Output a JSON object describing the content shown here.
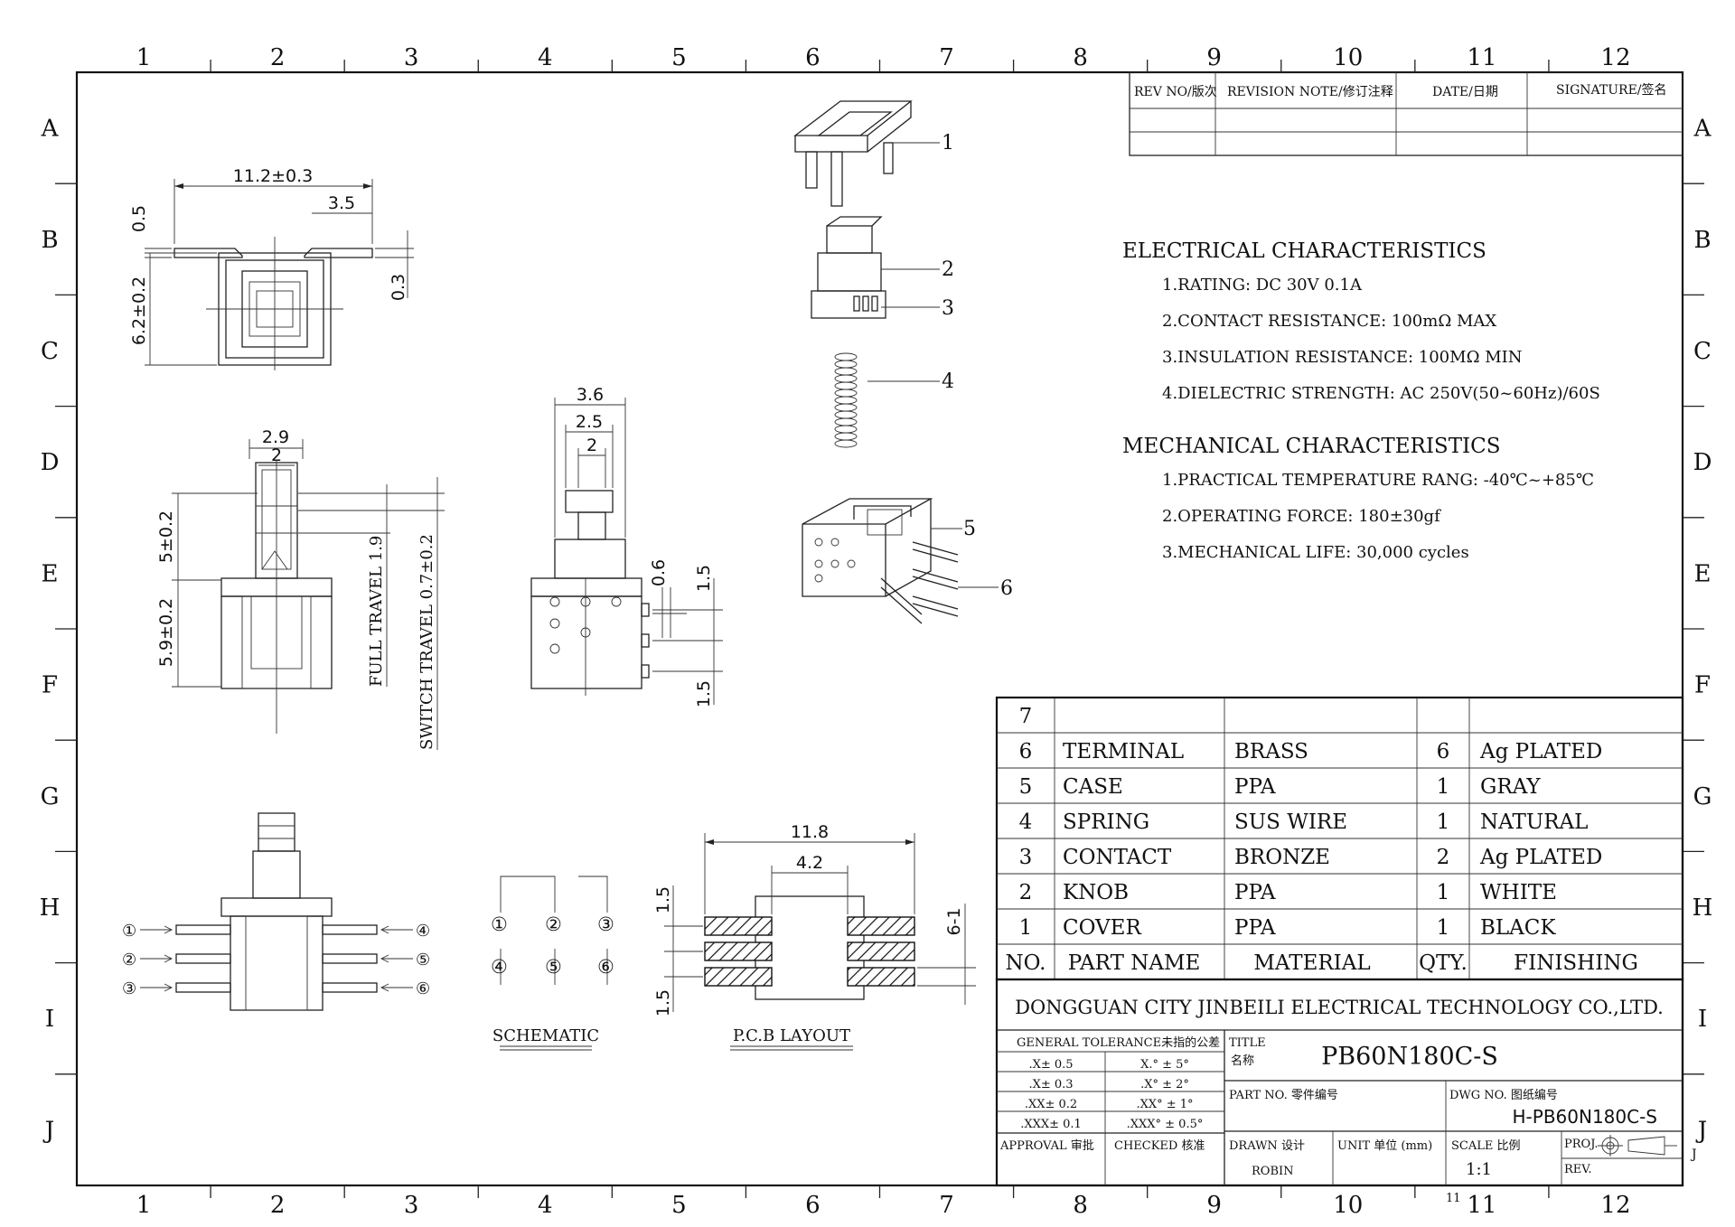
{
  "border": {
    "cols": [
      "1",
      "2",
      "3",
      "4",
      "5",
      "6",
      "7",
      "8",
      "9",
      "10",
      "11",
      "12"
    ],
    "rows": [
      "A",
      "B",
      "C",
      "D",
      "E",
      "F",
      "G",
      "H",
      "I",
      "J"
    ],
    "corner_mark": "J",
    "bottom_sub": "11"
  },
  "revision_table": {
    "headers": [
      "REV NO/版次",
      "REVISION NOTE/修订注释",
      "DATE/日期",
      "SIGNATURE/签名"
    ]
  },
  "electrical": {
    "title": "ELECTRICAL CHARACTERISTICS",
    "items": [
      "1.RATING: DC 30V 0.1A",
      "2.CONTACT RESISTANCE: 100mΩ MAX",
      "3.INSULATION RESISTANCE: 100MΩ MIN",
      "4.DIELECTRIC STRENGTH: AC 250V(50~60Hz)/60S"
    ]
  },
  "mechanical": {
    "title": "MECHANICAL CHARACTERISTICS",
    "items": [
      "1.PRACTICAL TEMPERATURE RANG: -40℃~+85℃",
      "2.OPERATING FORCE: 180±30gf",
      "3.MECHANICAL LIFE: 30,000 cycles"
    ]
  },
  "bom": {
    "headers": [
      "NO.",
      "PART NAME",
      "MATERIAL",
      "QTY.",
      "FINISHING"
    ],
    "rows": [
      [
        "7",
        "",
        "",
        "",
        ""
      ],
      [
        "6",
        "TERMINAL",
        "BRASS",
        "6",
        "Ag PLATED"
      ],
      [
        "5",
        "CASE",
        "PPA",
        "1",
        "GRAY"
      ],
      [
        "4",
        "SPRING",
        "SUS WIRE",
        "1",
        "NATURAL"
      ],
      [
        "3",
        "CONTACT",
        "BRONZE",
        "2",
        "Ag PLATED"
      ],
      [
        "2",
        "KNOB",
        "PPA",
        "1",
        "WHITE"
      ],
      [
        "1",
        "COVER",
        "PPA",
        "1",
        "BLACK"
      ]
    ]
  },
  "title_block": {
    "company": "DONGGUAN CITY JINBEILI ELECTRICAL TECHNOLOGY CO.,LTD.",
    "tolerance_title": "GENERAL TOLERANCE未指的公差",
    "tolerances": [
      [
        ".X± 0.5",
        "X.° ± 5°"
      ],
      [
        ".X± 0.3",
        ".X° ± 2°"
      ],
      [
        ".XX± 0.2",
        ".XX° ± 1°"
      ],
      [
        ".XXX± 0.1",
        ".XXX° ± 0.5°"
      ]
    ],
    "title_label": "TITLE",
    "title_label_cn": "名称",
    "title_value": "PB60N180C-S",
    "part_no_label": "PART NO. 零件编号",
    "dwg_no_label": "DWG NO. 图纸编号",
    "dwg_no_value": "H-PB60N180C-S",
    "approval_label": "APPROVAL 审批",
    "checked_label": "CHECKED 核准",
    "drawn_label": "DRAWN 设计",
    "drawn_value": "ROBIN",
    "unit_label": "UNIT 单位 (mm)",
    "scale_label": "SCALE 比例",
    "scale_value": "1:1",
    "proj_label": "PROJ.",
    "rev_label": "REV."
  },
  "dims": {
    "top_width": "11.2±0.3",
    "top_pin": "3.5",
    "top_pin_t": "0.5",
    "top_pin_w": "0.3",
    "top_height": "6.2±0.2",
    "front_w1": "2.9",
    "front_w2": "2",
    "front_h1": "5±0.2",
    "front_h2": "5.9±0.2",
    "full_travel": "FULL TRAVEL 1.9",
    "switch_travel": "SWITCH TRAVEL 0.7±0.2",
    "side_w1": "3.6",
    "side_w2": "2.5",
    "side_w3": "2",
    "side_pin": "0.6",
    "side_p1": "1.5",
    "side_p2": "1.5",
    "pcb_w": "11.8",
    "pcb_inner": "4.2",
    "pcb_p1": "1.5",
    "pcb_p2": "1.5",
    "pcb_h": "6-1"
  },
  "exploded_labels": [
    "1",
    "2",
    "3",
    "4",
    "5",
    "6"
  ],
  "pins_left": [
    "①",
    "②",
    "③"
  ],
  "pins_right": [
    "④",
    "⑤",
    "⑥"
  ],
  "schematic": {
    "top": [
      "①",
      "②",
      "③"
    ],
    "bottom": [
      "④",
      "⑤",
      "⑥"
    ],
    "caption": "SCHEMATIC"
  },
  "pcb_caption": "P.C.B LAYOUT"
}
